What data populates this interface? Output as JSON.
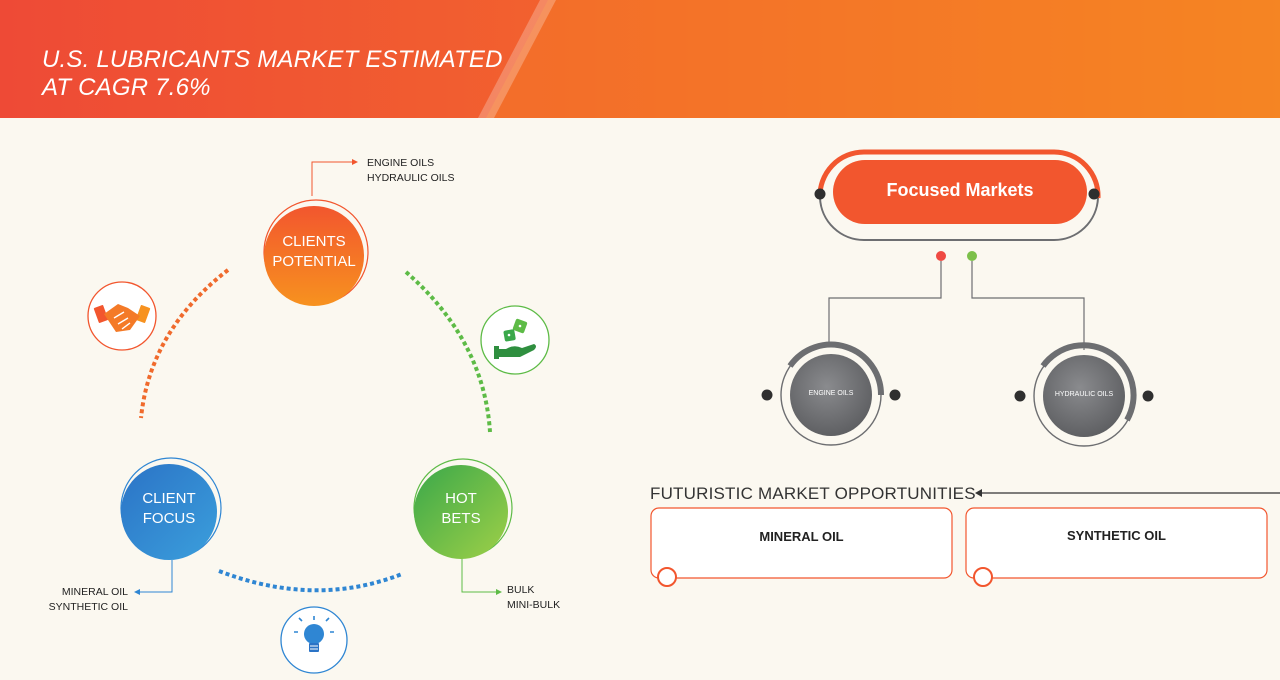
{
  "header": {
    "title_line1": "U.S. LUBRICANTS MARKET ESTIMATED",
    "title_line2": "AT CAGR 7.6%"
  },
  "cycle": {
    "clients_potential": {
      "label_line1": "CLIENTS",
      "label_line2": "POTENTIAL",
      "items": [
        "ENGINE OILS",
        "HYDRAULIC OILS"
      ]
    },
    "client_focus": {
      "label_line1": "CLIENT",
      "label_line2": "FOCUS",
      "items": [
        "MINERAL OIL",
        "SYNTHETIC OIL"
      ]
    },
    "hot_bets": {
      "label_line1": "HOT",
      "label_line2": "BETS",
      "items": [
        "BULK",
        "MINI-BULK"
      ]
    },
    "icons": [
      "handshake-icon",
      "dice-hand-icon",
      "lightbulb-icon"
    ]
  },
  "focused_markets": {
    "title": "Focused Markets",
    "nodes": [
      "ENGINE OILS",
      "HYDRAULIC OILS"
    ]
  },
  "futuristic": {
    "title": "FUTURISTIC MARKET OPPORTUNITIES",
    "boxes": [
      "MINERAL OIL",
      "SYNTHETIC OIL"
    ]
  },
  "colors": {
    "orange": "#f2562e",
    "amber": "#f59a2a",
    "green": "#5dbb46",
    "blue": "#2f86d3",
    "grey": "#6d6e71"
  }
}
